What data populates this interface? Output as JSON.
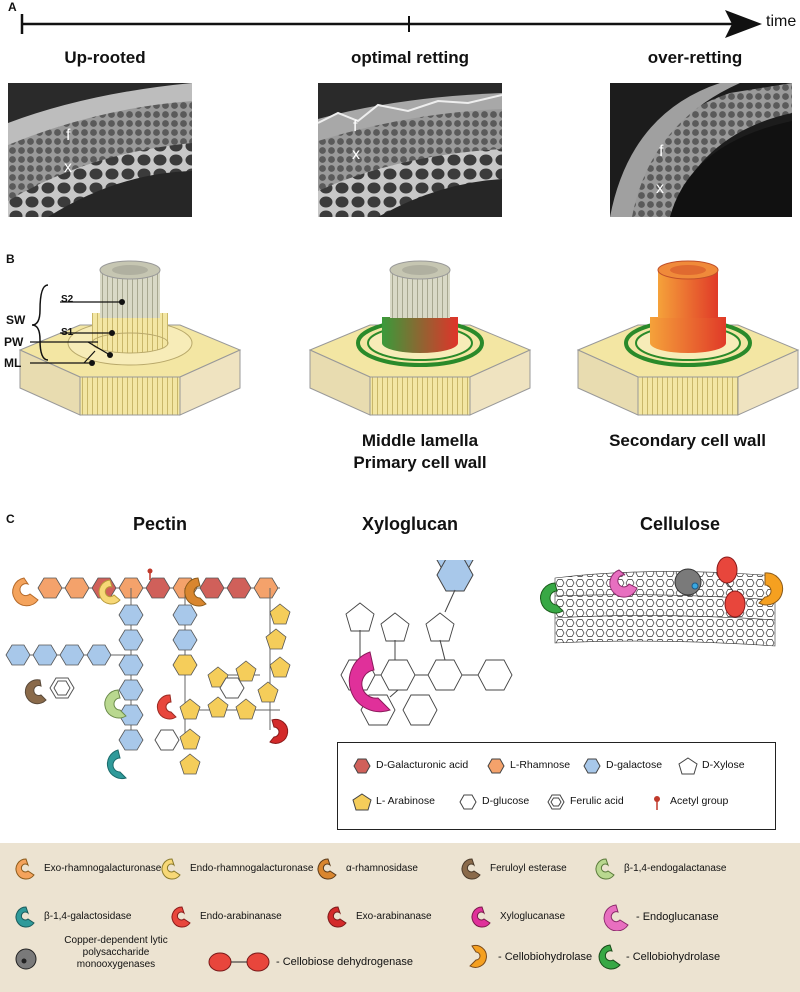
{
  "panels": {
    "a": "A",
    "b": "B",
    "c": "C"
  },
  "timeline": {
    "label": "time"
  },
  "stages": {
    "s1": "Up-rooted",
    "s2": "optimal retting",
    "s3": "over-retting"
  },
  "micro_labels": {
    "f": "f",
    "x": "x"
  },
  "wall_labels": {
    "sw": "SW",
    "s2": "S2",
    "s1": "S1",
    "pw": "PW",
    "ml": "ML"
  },
  "captions": {
    "middle_1": "Middle lamella",
    "middle_2": "Primary cell wall",
    "secondary": "Secondary cell wall"
  },
  "polymers": {
    "pectin": "Pectin",
    "xyloglucan": "Xyloglucan",
    "cellulose": "Cellulose"
  },
  "legend": [
    {
      "label": "D-Galacturonic acid",
      "icon": "hexagon",
      "color": "#d0605a"
    },
    {
      "label": "L-Rhamnose",
      "icon": "hexagon",
      "color": "#f4a26b"
    },
    {
      "label": "D-galactose",
      "icon": "hexagon",
      "color": "#a8c8ea"
    },
    {
      "label": "D-Xylose",
      "icon": "pentagon",
      "color": "#ffffff"
    },
    {
      "label": "L- Arabinose",
      "icon": "pentagon",
      "color": "#f5cd5a"
    },
    {
      "label": "D-glucose",
      "icon": "hexagon",
      "color": "#ffffff"
    },
    {
      "label": "Ferulic acid",
      "icon": "ring",
      "color": "#ffffff"
    },
    {
      "label": "Acetyl group",
      "icon": "pin",
      "color": "#c0392b"
    }
  ],
  "enzymes": [
    {
      "label": "Exo-rhamnogalacturonase",
      "color": "#f4a35c"
    },
    {
      "label": "Endo-rhamnogalacturonase",
      "color": "#f7d877"
    },
    {
      "label": "α-rhamnosidase",
      "color": "#d9862f"
    },
    {
      "label": "Feruloyl esterase",
      "color": "#8a6a4a"
    },
    {
      "label": "β-1,4-endogalactanase",
      "color": "#b9d88f"
    },
    {
      "label": "β-1,4-galactosidase",
      "color": "#2f9a9a"
    },
    {
      "label": "Endo-arabinanase",
      "color": "#e8463c"
    },
    {
      "label": "Exo-arabinanase",
      "color": "#d32a2a"
    },
    {
      "label": "Xyloglucanase",
      "color": "#e0309a"
    },
    {
      "label": "- Endoglucanase",
      "color": "#e86fc0"
    },
    {
      "label": "Copper-dependent lytic polysaccharide monooxygenases",
      "color": "#7a7a7a"
    },
    {
      "label": "- Cellobiose dehydrogenase",
      "color": "#e8463c"
    },
    {
      "label": "- Cellobiohydrolase",
      "color": "#f5a020"
    },
    {
      "label": "- Cellobiohydrolase",
      "color": "#38a845"
    }
  ]
}
